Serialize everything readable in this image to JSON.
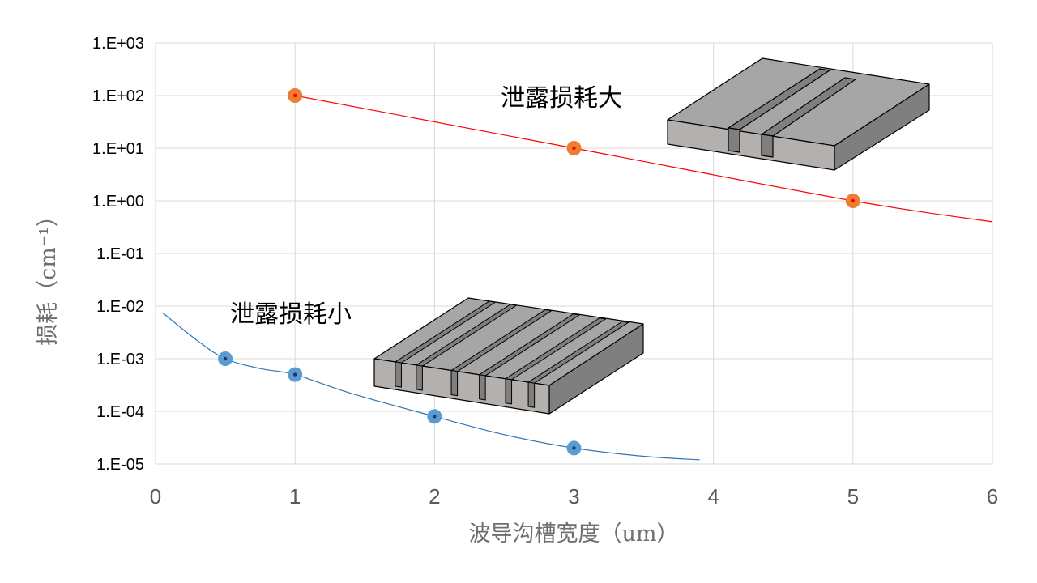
{
  "chart_data": {
    "type": "line",
    "xlabel": "波导沟槽宽度（um）",
    "ylabel": "损耗（cm⁻¹）",
    "xlim": [
      0,
      6
    ],
    "ylim": [
      1e-05,
      1000
    ],
    "y_scale": "log",
    "grid": true,
    "x_ticks": [
      "0",
      "1",
      "2",
      "3",
      "4",
      "5",
      "6"
    ],
    "y_ticks": [
      "1.E-05",
      "1.E-04",
      "1.E-03",
      "1.E-02",
      "1.E-01",
      "1.E+00",
      "1.E+01",
      "1.E+02",
      "1.E+03"
    ],
    "series": [
      {
        "color": "#ed7d31",
        "line_color": "#ff0000",
        "points": [
          {
            "x": 1,
            "y": 100
          },
          {
            "x": 3,
            "y": 10
          },
          {
            "x": 5,
            "y": 1
          }
        ],
        "curve": [
          {
            "x": 1,
            "y": 100
          },
          {
            "x": 3,
            "y": 10
          },
          {
            "x": 5,
            "y": 1
          },
          {
            "x": 6,
            "y": 0.4
          }
        ]
      },
      {
        "color": "#5b9bd5",
        "line_color": "#2e75b6",
        "points": [
          {
            "x": 0.5,
            "y": 0.001
          },
          {
            "x": 1,
            "y": 0.0005
          },
          {
            "x": 2,
            "y": 8e-05
          },
          {
            "x": 3,
            "y": 2e-05
          }
        ],
        "curve": [
          {
            "x": 0.05,
            "y": 0.0075
          },
          {
            "x": 0.3,
            "y": 0.0022
          },
          {
            "x": 0.5,
            "y": 0.001
          },
          {
            "x": 0.75,
            "y": 0.00065
          },
          {
            "x": 1,
            "y": 0.0005
          },
          {
            "x": 1.4,
            "y": 0.00022
          },
          {
            "x": 2,
            "y": 8e-05
          },
          {
            "x": 2.5,
            "y": 3.6e-05
          },
          {
            "x": 3,
            "y": 2e-05
          },
          {
            "x": 3.5,
            "y": 1.4e-05
          },
          {
            "x": 3.9,
            "y": 1.2e-05
          }
        ]
      }
    ],
    "annotations": {
      "high_loss": "泄露损耗大",
      "low_loss": "泄露损耗小"
    }
  },
  "colors": {
    "grid": "#d9d9d9",
    "block_top": "#a6a6a6",
    "block_front": "#b4b0ae",
    "block_side": "#7f7f7f"
  }
}
